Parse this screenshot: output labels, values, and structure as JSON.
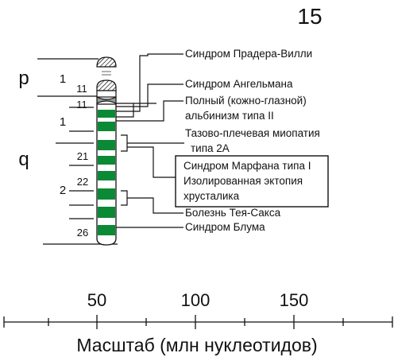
{
  "chromosome": {
    "number": "15",
    "arm_p": "p",
    "arm_q": "q",
    "band_labels": {
      "p1": "1",
      "p11": "11",
      "q11": "11",
      "q1": "1",
      "q21": "21",
      "q2": "2",
      "q22": "22",
      "q26": "26"
    },
    "colors": {
      "band": "#0a8a35",
      "outline": "#111111",
      "centromere": "#9c9c9c"
    }
  },
  "annotations": [
    {
      "line1": "Синдром Прадера-Вилли"
    },
    {
      "line1": "Синдром Ангельмана"
    },
    {
      "line1": "Полный (кожно-глазной)",
      "line2": "альбинизм типа II"
    },
    {
      "line1": "Тазово-плечевая миопатия",
      "line2": "типа 2А"
    },
    {
      "line1": "Синдром Марфана типа I",
      "line2": "Изолированная эктопия",
      "line3": "хрусталика"
    },
    {
      "line1": "Болезнь Тея-Сакса"
    },
    {
      "line1": "Синдром Блума"
    }
  ],
  "scale": {
    "ticks": [
      "50",
      "100",
      "150"
    ],
    "title": "Масштаб (млн  нуклеотидов)"
  }
}
